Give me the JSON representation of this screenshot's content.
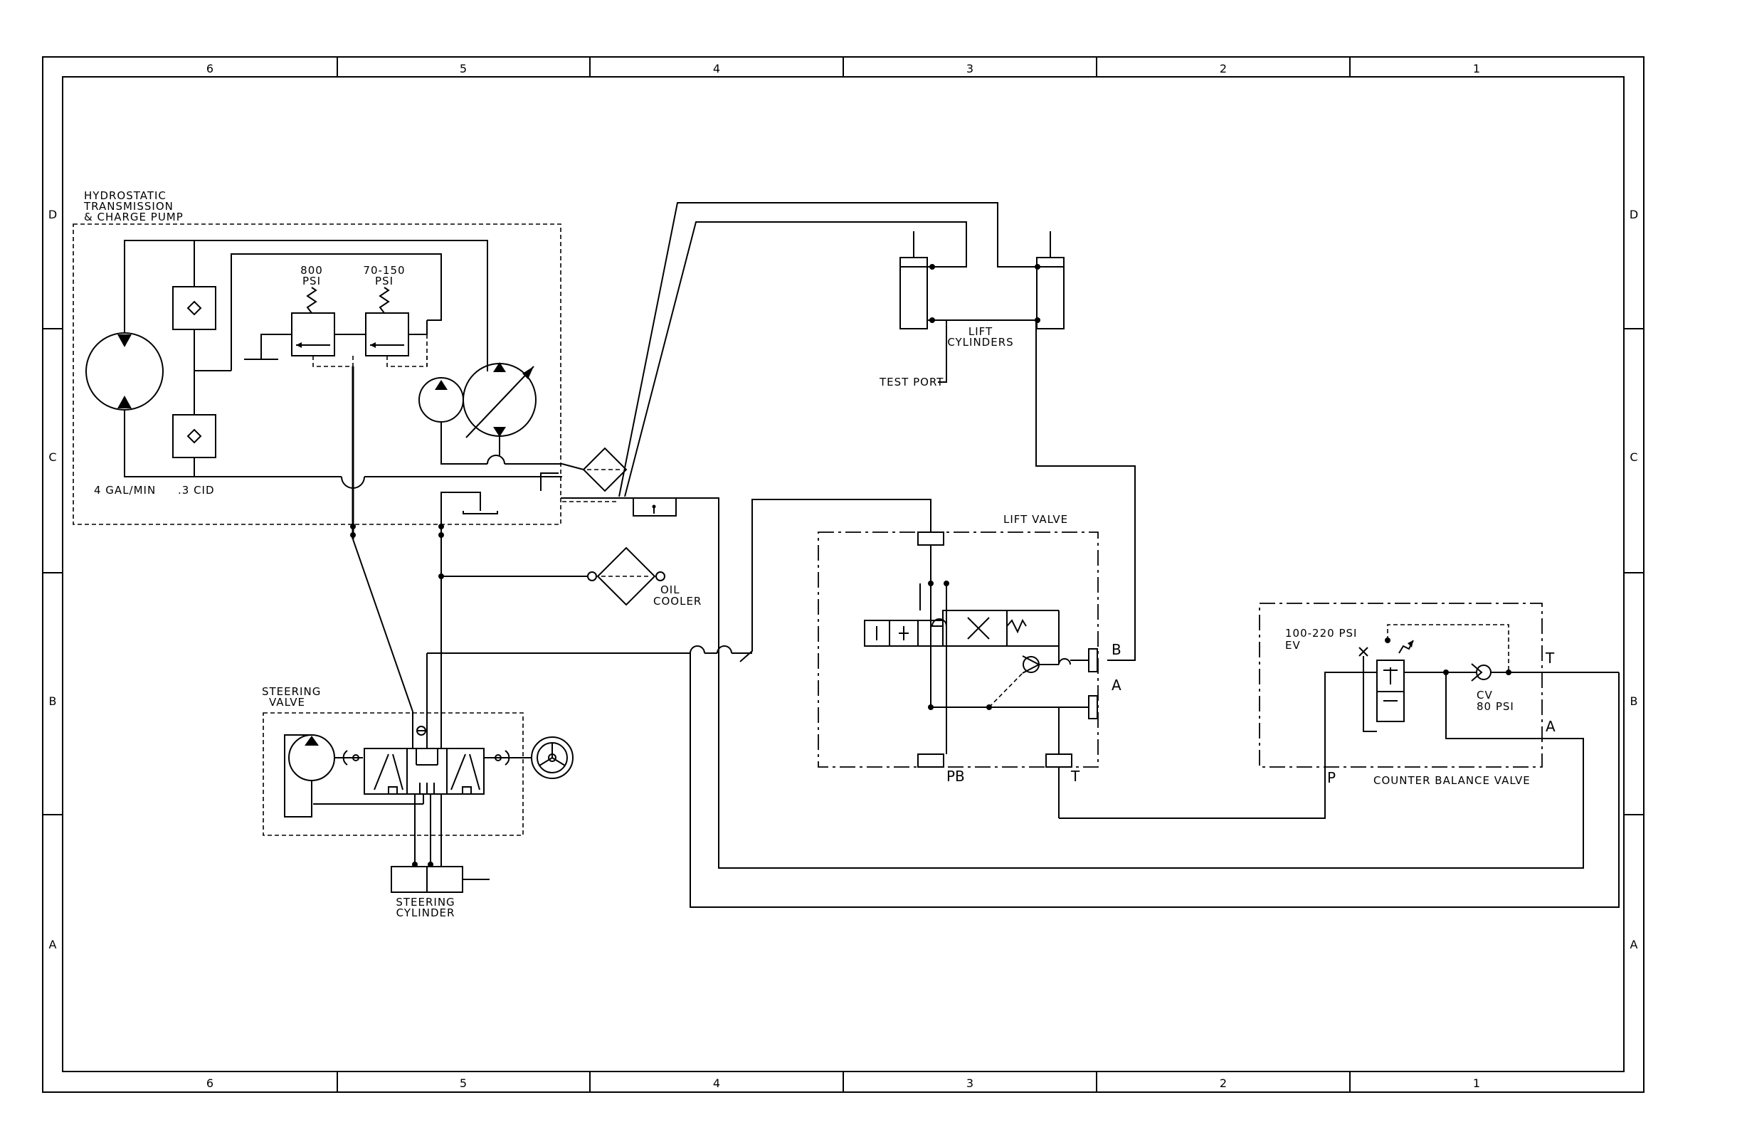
{
  "frame": {
    "columns": [
      "6",
      "5",
      "4",
      "3",
      "2",
      "1"
    ],
    "rows": [
      "D",
      "C",
      "B",
      "A"
    ]
  },
  "labels": {
    "hydro_1": "HYDROSTATIC",
    "hydro_2": "TRANSMISSION",
    "hydro_3": "& CHARGE PUMP",
    "relief1_1": "800",
    "relief1_2": "PSI",
    "relief2_1": "70-150",
    "relief2_2": "PSI",
    "flow": "4 GAL/MIN",
    "displacement": ".3 CID",
    "lift_cyl_1": "LIFT",
    "lift_cyl_2": "CYLINDERS",
    "test_port": "TEST PORT",
    "lift_valve": "LIFT VALVE",
    "port_b": "B",
    "port_a": "A",
    "port_pb": "PB",
    "port_t": "T",
    "oil_cooler_1": "OIL",
    "oil_cooler_2": "COOLER",
    "steer_valve_1": "STEERING",
    "steer_valve_2": "VALVE",
    "steer_cyl_1": "STEERING",
    "steer_cyl_2": "CYLINDER",
    "cbv_psi": "100-220 PSI",
    "cbv_ev": "EV",
    "cv_1": "CV",
    "cv_2": "80 PSI",
    "cbv_t": "T",
    "cbv_a": "A",
    "cbv_p": "P",
    "cbv_title": "COUNTER BALANCE VALVE"
  }
}
